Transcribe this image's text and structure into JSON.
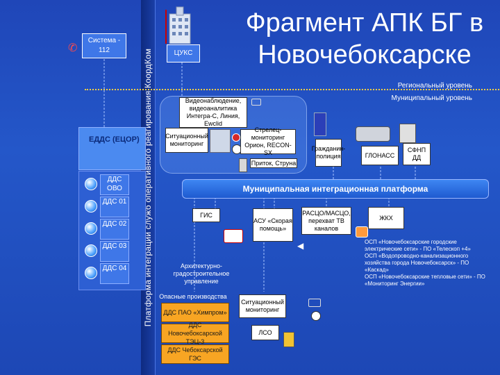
{
  "title": "Фрагмент АПК БГ в Новочебоксарске",
  "vertical_bar": "Платформа интеграции служб оперативного реагирования КоордКом",
  "system112": "Система - 112",
  "tsuks": "ЦУКС",
  "edds": "ЕДДС (ЕЦОР)",
  "levels": {
    "regional": "Региональный уровень",
    "municipal": "Муниципальный уровень"
  },
  "dds_items": [
    "ДДС ОВО",
    "ДДС 01",
    "ДДС 02",
    "ДДС 03",
    "ДДС 04"
  ],
  "cloud": {
    "video": "Видеонаблюдение, видеоаналитика Интегра-С, Линия, Ewclid",
    "situational": "Ситуационный мониторинг",
    "strelets": "Стрелец-мониторинг Орион, RECON-SX",
    "pritok": "Приток, Струна"
  },
  "top_right": {
    "citizen_police": "Гражданин-полиция",
    "glonass": "ГЛОНАСС",
    "sfnp": "СФНП ДД"
  },
  "platform": "Муниципальная интеграционная платформа",
  "below": {
    "gis": "ГИС",
    "asu": "АСУ «Скорая помощь»",
    "rasco": "РАСЦО/МАСЦО, перехват ТВ каналов",
    "zhkh": "ЖКХ",
    "arch": "Архитектурно-градостроительное управление",
    "dangerous": "Опасные производства",
    "himprom": "ДДС ПАО «Химпром»",
    "tets3": "ДДС Новочебоксарской ТЭЦ-3",
    "ges": "ДДС Чебоксарской ГЭС",
    "situational2": "Ситуационный мониторинг",
    "lso": "ЛСО"
  },
  "utilities": [
    "ОСП «Новочебоксарские городские электрические сети» - ПО «Телескоп +4»",
    "ОСП «Водопроводно-канализационного хозяйства города Новочебоксарск» - ПО «Каскад»",
    "ОСП «Новочебоксарские тепловые сети» - ПО «Мониторинг Энергии»"
  ]
}
